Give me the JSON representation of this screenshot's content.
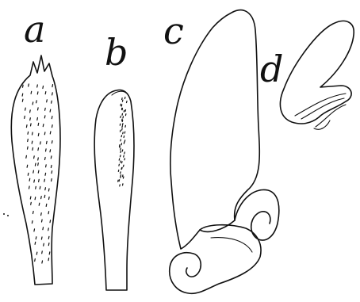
{
  "figures": [
    {
      "id": "a",
      "label": "a"
    },
    {
      "id": "b",
      "label": "b"
    },
    {
      "id": "c",
      "label": "c"
    },
    {
      "id": "d",
      "label": "d"
    }
  ]
}
